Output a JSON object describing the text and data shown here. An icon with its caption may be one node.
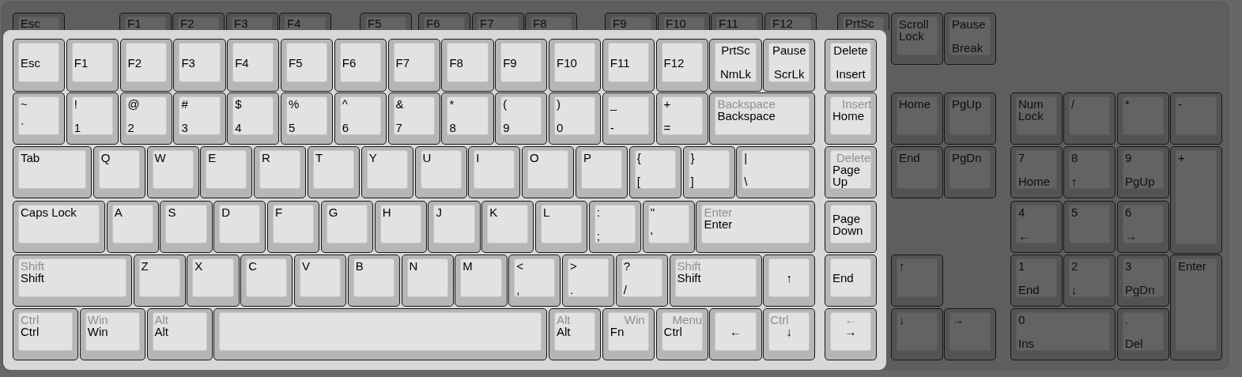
{
  "diagram": {
    "nodes": [
      {
        "text": [],
        "shape": "box"
      },
      {
        "text": [
          "Esc"
        ],
        "in": 0
      },
      {
        "text": [
          "F1"
        ],
        "in": 0
      },
      {
        "text": [
          "F2"
        ],
        "in": 0
      },
      {
        "text": [
          "F3"
        ],
        "in": 0
      },
      {
        "text": [
          "F4"
        ],
        "in": 0
      },
      {
        "text": [
          "F5"
        ],
        "in": 0
      },
      {
        "text": [
          "F6"
        ],
        "in": 0
      },
      {
        "text": [
          "F7"
        ],
        "in": 0
      },
      {
        "text": [
          "F8"
        ],
        "in": 0
      },
      {
        "text": [
          "F9"
        ],
        "in": 0
      },
      {
        "text": [
          "F10"
        ],
        "in": 0
      },
      {
        "text": [
          "F11"
        ],
        "in": 0
      },
      {
        "text": [
          "F12"
        ],
        "in": 0
      },
      {
        "text": [
          "PrtSc"
        ],
        "in": 0
      },
      {
        "text": [
          "Scroll Lock"
        ],
        "in": 0
      },
      {
        "text": [
          "Pause",
          "Break"
        ],
        "in": 0
      },
      {
        "text": [
          "Home"
        ],
        "in": 0
      },
      {
        "text": [
          "PgUp"
        ],
        "in": 0
      },
      {
        "text": [
          "Num Lock"
        ],
        "in": 0
      },
      {
        "text": [
          "/"
        ],
        "in": 0
      },
      {
        "text": [
          "*"
        ],
        "in": 0
      },
      {
        "text": [
          "-"
        ],
        "in": 0
      },
      {
        "text": [
          "End"
        ],
        "in": 0
      },
      {
        "text": [
          "PgDn"
        ],
        "in": 0
      },
      {
        "text": [
          "7",
          "Home"
        ],
        "in": 0
      },
      {
        "text": [
          "8",
          "↑"
        ],
        "in": 0
      },
      {
        "text": [
          "9",
          "PgUp"
        ],
        "in": 0
      },
      {
        "text": [
          "+"
        ],
        "in": 0
      },
      {
        "text": [
          "4",
          "←"
        ],
        "in": 0
      },
      {
        "text": [
          "5"
        ],
        "in": 0
      },
      {
        "text": [
          "6",
          "→"
        ],
        "in": 0
      },
      {
        "text": [
          "↑"
        ],
        "in": 0
      },
      {
        "text": [
          "1",
          "End"
        ],
        "in": 0
      },
      {
        "text": [
          "2",
          "↓"
        ],
        "in": 0
      },
      {
        "text": [
          "3",
          "PgDn"
        ],
        "in": 0
      },
      {
        "text": [
          "Enter"
        ],
        "in": 0
      },
      {
        "text": [
          "↓"
        ],
        "in": 0
      },
      {
        "text": [
          "→"
        ],
        "in": 0
      },
      {
        "text": [
          "0",
          "Ins"
        ],
        "in": 0
      },
      {
        "text": [
          ".",
          "Del"
        ],
        "in": 0
      },
      {
        "text": [],
        "shape": "box",
        "in": 0
      },
      {
        "text": [
          "Esc"
        ],
        "in": 41
      },
      {
        "text": [
          "F1"
        ],
        "in": 41
      },
      {
        "text": [
          "F2"
        ],
        "in": 41
      },
      {
        "text": [
          "F3"
        ],
        "in": 41
      },
      {
        "text": [
          "F4"
        ],
        "in": 41
      },
      {
        "text": [
          "F5"
        ],
        "in": 41
      },
      {
        "text": [
          "F6"
        ],
        "in": 41
      },
      {
        "text": [
          "F7"
        ],
        "in": 41
      },
      {
        "text": [
          "F8"
        ],
        "in": 41
      },
      {
        "text": [
          "F9"
        ],
        "in": 41
      },
      {
        "text": [
          "F10"
        ],
        "in": 41
      },
      {
        "text": [
          "F11"
        ],
        "in": 41
      },
      {
        "text": [
          "F12"
        ],
        "in": 41
      },
      {
        "text": [
          "PrtSc",
          "NmLk"
        ],
        "in": 41
      },
      {
        "text": [
          "Pause",
          "ScrLk"
        ],
        "in": 41
      },
      {
        "text": [
          "Delete",
          "Insert"
        ],
        "in": 41
      },
      {
        "text": [
          "~",
          "`"
        ],
        "in": 41
      },
      {
        "text": [
          "!",
          "1"
        ],
        "in": 41
      },
      {
        "text": [
          "@",
          "2"
        ],
        "in": 41
      },
      {
        "text": [
          "#",
          "3"
        ],
        "in": 41
      },
      {
        "text": [
          "$",
          "4"
        ],
        "in": 41
      },
      {
        "text": [
          "%",
          "5"
        ],
        "in": 41
      },
      {
        "text": [
          "^",
          "6"
        ],
        "in": 41
      },
      {
        "text": [
          "&",
          "7"
        ],
        "in": 41
      },
      {
        "text": [
          "*",
          "8"
        ],
        "in": 41
      },
      {
        "text": [
          "(",
          "9"
        ],
        "in": 41
      },
      {
        "text": [
          ")",
          "0"
        ],
        "in": 41
      },
      {
        "text": [
          "_",
          "-"
        ],
        "in": 41
      },
      {
        "text": [
          "+",
          "="
        ],
        "in": 41
      },
      {
        "text": [
          "Backspace",
          "Backspace"
        ],
        "in": 41
      },
      {
        "text": [
          "Insert",
          "Home"
        ],
        "in": 41
      },
      {
        "text": [
          "Tab"
        ],
        "in": 41
      },
      {
        "text": [
          "Q"
        ],
        "in": 41
      },
      {
        "text": [
          "W"
        ],
        "in": 41
      },
      {
        "text": [
          "E"
        ],
        "in": 41
      },
      {
        "text": [
          "R"
        ],
        "in": 41
      },
      {
        "text": [
          "T"
        ],
        "in": 41
      },
      {
        "text": [
          "Y"
        ],
        "in": 41
      },
      {
        "text": [
          "U"
        ],
        "in": 41
      },
      {
        "text": [
          "I"
        ],
        "in": 41
      },
      {
        "text": [
          "O"
        ],
        "in": 41
      },
      {
        "text": [
          "P"
        ],
        "in": 41
      },
      {
        "text": [
          "{",
          "["
        ],
        "in": 41
      },
      {
        "text": [
          "}",
          "]"
        ],
        "in": 41
      },
      {
        "text": [
          "|",
          "\\"
        ],
        "in": 41
      },
      {
        "text": [
          "Delete",
          "Page Up"
        ],
        "in": 41
      },
      {
        "text": [
          "Caps Lock"
        ],
        "in": 41
      },
      {
        "text": [
          "A"
        ],
        "in": 41
      },
      {
        "text": [
          "S"
        ],
        "in": 41
      },
      {
        "text": [
          "D"
        ],
        "in": 41
      },
      {
        "text": [
          "F"
        ],
        "in": 41
      },
      {
        "text": [
          "G"
        ],
        "in": 41
      },
      {
        "text": [
          "H"
        ],
        "in": 41
      },
      {
        "text": [
          "J"
        ],
        "in": 41
      },
      {
        "text": [
          "K"
        ],
        "in": 41
      },
      {
        "text": [
          "L"
        ],
        "in": 41
      },
      {
        "text": [
          ":",
          ";"
        ],
        "in": 41
      },
      {
        "text": [
          "\"",
          "'"
        ],
        "in": 41
      },
      {
        "text": [
          "Enter",
          "Enter"
        ],
        "in": 41
      },
      {
        "text": [
          "Page Down"
        ],
        "in": 41
      },
      {
        "text": [
          "Shift",
          "Shift"
        ],
        "in": 41
      },
      {
        "text": [
          "Z"
        ],
        "in": 41
      },
      {
        "text": [
          "X"
        ],
        "in": 41
      },
      {
        "text": [
          "C"
        ],
        "in": 41
      },
      {
        "text": [
          "V"
        ],
        "in": 41
      },
      {
        "text": [
          "B"
        ],
        "in": 41
      },
      {
        "text": [
          "N"
        ],
        "in": 41
      },
      {
        "text": [
          "M"
        ],
        "in": 41
      },
      {
        "text": [
          "<",
          ","
        ],
        "in": 41
      },
      {
        "text": [
          ">",
          "."
        ],
        "in": 41
      },
      {
        "text": [
          "?",
          "/"
        ],
        "in": 41
      },
      {
        "text": [
          "Shift",
          "Shift"
        ],
        "in": 41
      },
      {
        "text": [
          "↑"
        ],
        "in": 41
      },
      {
        "text": [
          "End"
        ],
        "in": 41
      },
      {
        "text": [
          "Ctrl",
          "Ctrl"
        ],
        "in": 41
      },
      {
        "text": [
          "Win",
          "Win"
        ],
        "in": 41
      },
      {
        "text": [
          "Alt",
          "Alt"
        ],
        "in": 41
      },
      {
        "text": [],
        "shape": "box",
        "in": 41
      },
      {
        "text": [
          "Alt",
          "Alt"
        ],
        "in": 41
      },
      {
        "text": [
          "Win",
          "Fn"
        ],
        "in": 41
      },
      {
        "text": [
          "Menu",
          "Ctrl"
        ],
        "in": 41
      },
      {
        "text": [
          "←"
        ],
        "in": 41
      },
      {
        "text": [
          "Ctrl",
          "↓"
        ],
        "in": 41
      },
      {
        "text": [
          "←",
          "→"
        ],
        "in": 41
      }
    ]
  }
}
